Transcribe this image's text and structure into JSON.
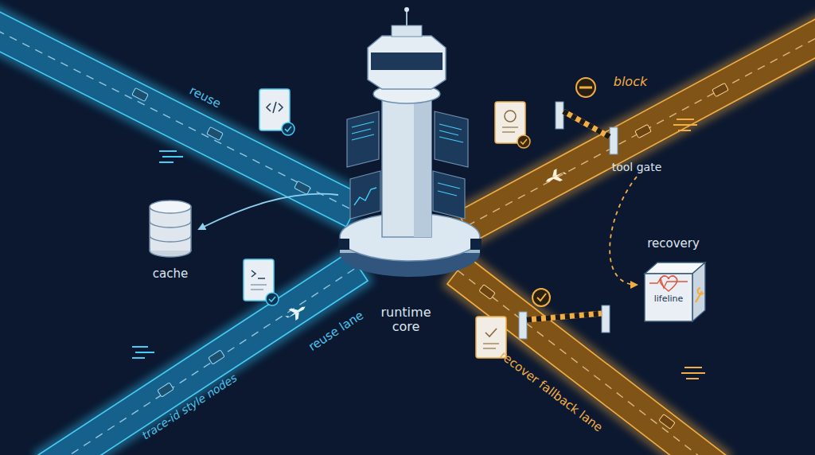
{
  "diagram": {
    "nodes": [
      {
        "text": [
          "cache"
        ]
      },
      {
        "text": [
          "runtime core"
        ]
      },
      {
        "text": [
          "tool gate"
        ]
      },
      {
        "text": [
          "recovery",
          "lifeline"
        ]
      }
    ],
    "edges": [
      {
        "from": 1,
        "to": 0,
        "arrow": "to"
      },
      {
        "from": 2,
        "to": 3,
        "arrow": "to"
      }
    ],
    "labels": [
      "reuse",
      "block",
      "trace-id style nodes",
      "reuse lane",
      "recover fallback lane"
    ]
  }
}
